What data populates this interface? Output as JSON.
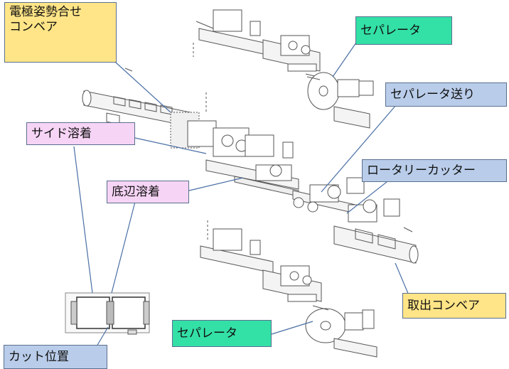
{
  "labels": {
    "electrode_conveyor": "電極姿勢合せ\nコンベア",
    "separator_top": "セパレータ",
    "separator_feed": "セパレータ送り",
    "side_weld": "サイド溶着",
    "rotary_cutter": "ロータリーカッター",
    "bottom_weld": "底辺溶着",
    "takeout_conveyor": "取出コンベア",
    "cut_position": "カット位置",
    "separator_bottom": "セパレータ"
  },
  "colors": {
    "yellow": "#ffe587",
    "green": "#33e0a6",
    "blue": "#b9cdea",
    "pink": "#f6d4f5",
    "leader_line": "#4a6fa5",
    "drawing": "#555555"
  }
}
